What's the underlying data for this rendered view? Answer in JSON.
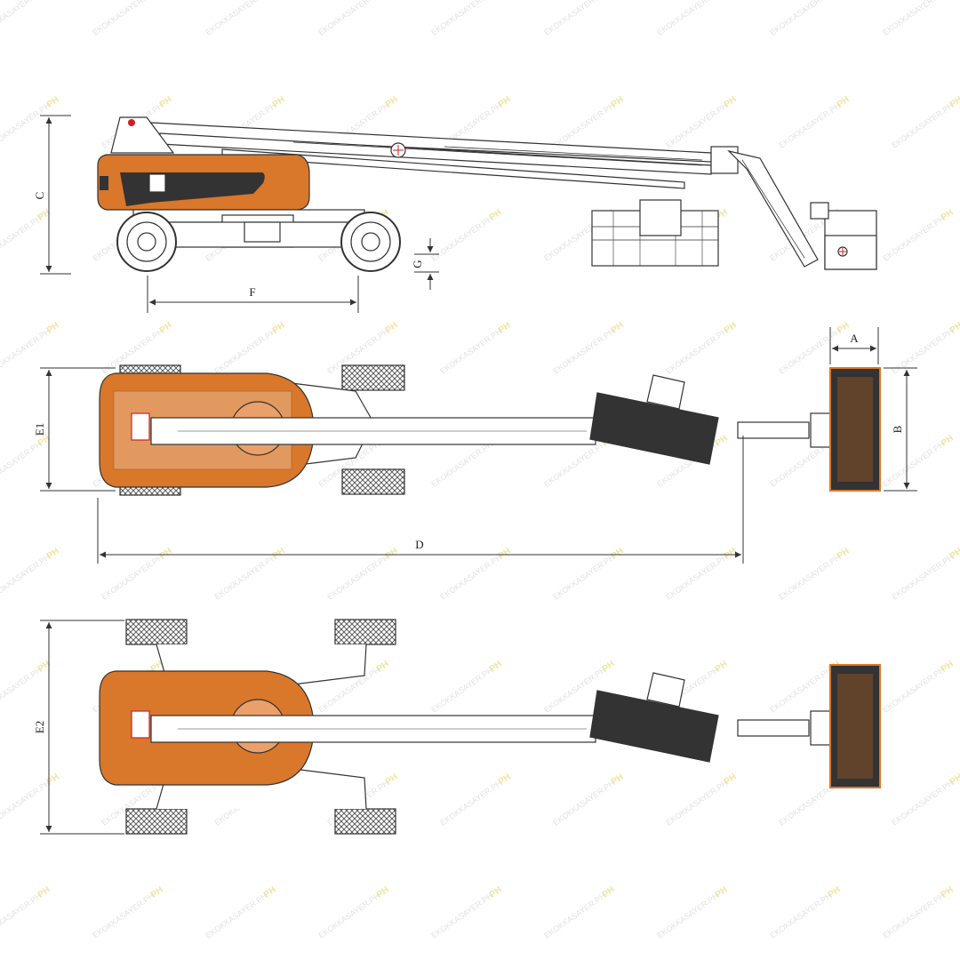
{
  "colors": {
    "body": "#d9772b",
    "body_dark": "#b75e1a",
    "line": "#333333",
    "red": "#d01f1f",
    "watermark": "#e2e2e2"
  },
  "dimensions": {
    "A": "A",
    "B": "B",
    "C": "C",
    "D": "D",
    "E1": "E1",
    "E2": "E2",
    "F": "F",
    "G": "G"
  },
  "views": [
    "side-view",
    "top-view-retracted",
    "top-view-extended"
  ],
  "watermark": {
    "text": "EKOKKASAYER.PH",
    "logo": "PH"
  }
}
